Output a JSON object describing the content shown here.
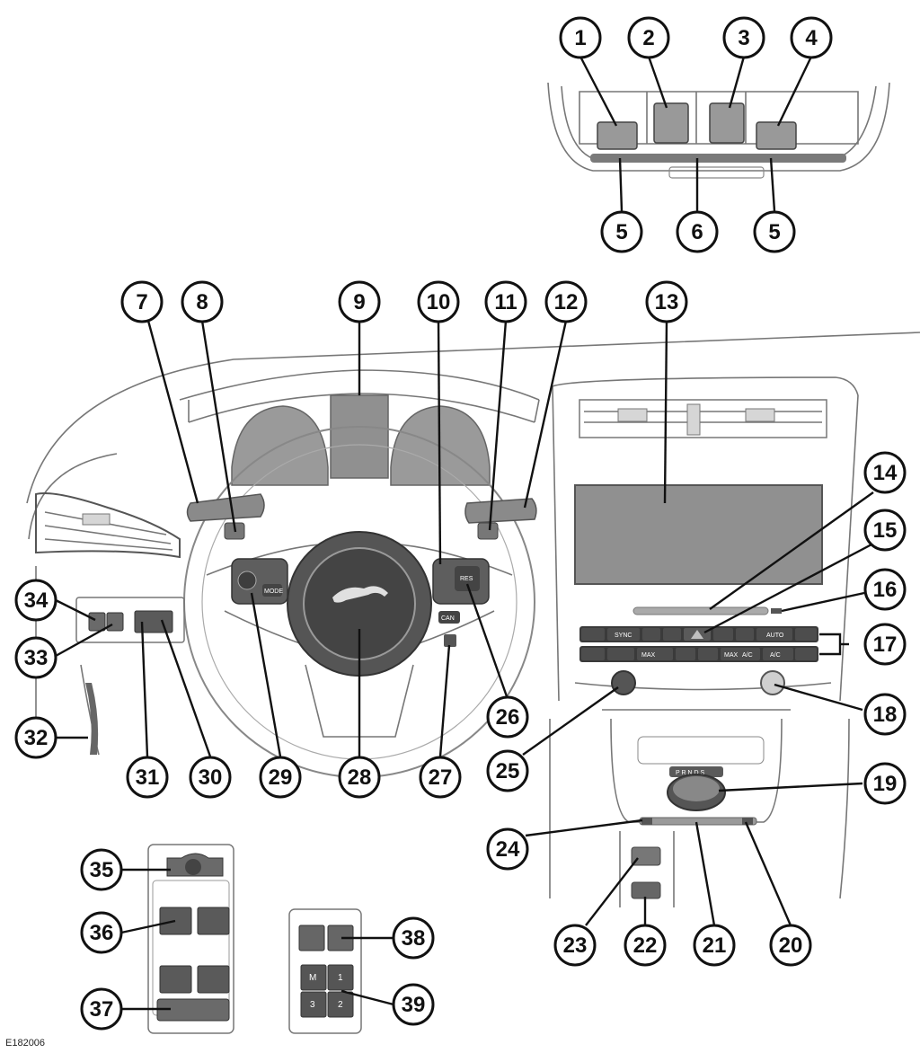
{
  "figure_ref": "E182006",
  "callouts": [
    "1",
    "2",
    "3",
    "4",
    "5",
    "6",
    "5",
    "7",
    "8",
    "9",
    "10",
    "11",
    "12",
    "13",
    "14",
    "15",
    "16",
    "17",
    "18",
    "19",
    "20",
    "21",
    "22",
    "23",
    "24",
    "25",
    "26",
    "27",
    "28",
    "29",
    "30",
    "31",
    "32",
    "33",
    "34",
    "35",
    "36",
    "37",
    "38",
    "39"
  ],
  "climate_panel": {
    "top_row": [
      "SYNC",
      "AUTO"
    ],
    "bottom_row": [
      "MAX",
      "MAX",
      "A/C",
      "A/C"
    ]
  },
  "steering_wheel": {
    "left_switch_label": "MODE",
    "right_switch_label_1": "RES",
    "right_switch_label_2": "CAN"
  },
  "gear_selector": "P R N D S",
  "memory_buttons": [
    "M",
    "1",
    "3",
    "2"
  ]
}
